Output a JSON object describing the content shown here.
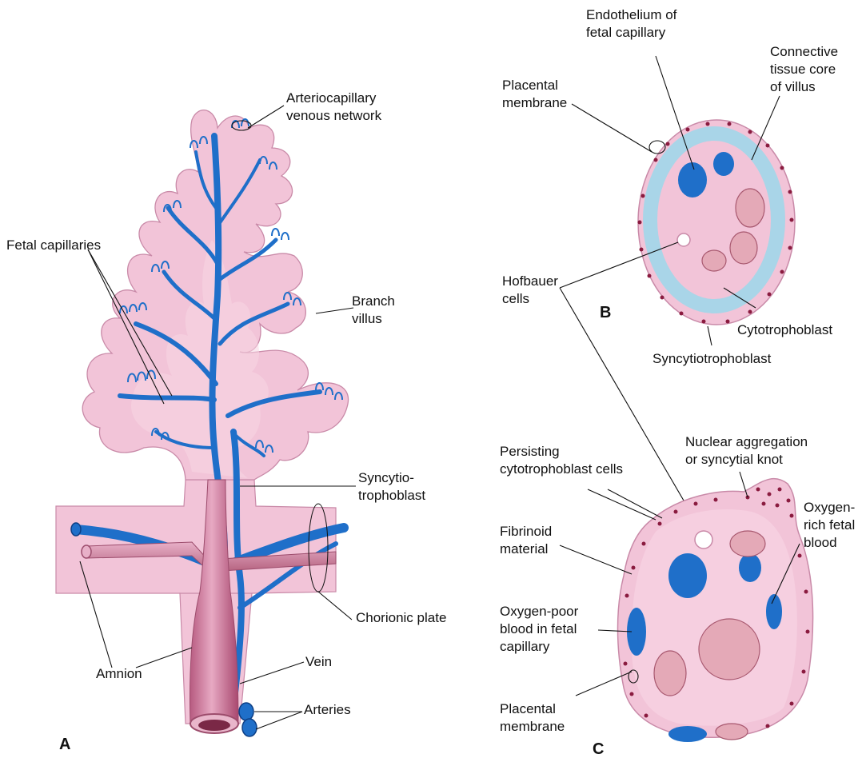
{
  "panels": {
    "a": "A",
    "b": "B",
    "c": "C"
  },
  "labels": {
    "arteriocapillary": "Arteriocapillary\nvenous network",
    "fetal_capillaries": "Fetal capillaries",
    "branch_villus": "Branch\nvillus",
    "syncytiotrophoblast_a": "Syncytio-\ntrophoblast",
    "chorionic_plate": "Chorionic plate",
    "amnion": "Amnion",
    "vein": "Vein",
    "arteries": "Arteries",
    "endothelium": "Endothelium of\nfetal capillary",
    "placental_membrane_b": "Placental\nmembrane",
    "connective_tissue": "Connective\ntissue core\nof villus",
    "hofbauer": "Hofbauer\ncells",
    "cytotrophoblast": "Cytotrophoblast",
    "syncytiotrophoblast_b": "Syncytiotrophoblast",
    "persisting": "Persisting\ncytotrophoblast cells",
    "nuclear_aggregation": "Nuclear aggregation\nor syncytial knot",
    "fibrinoid": "Fibrinoid\nmaterial",
    "oxygen_rich": "Oxygen-\nrich fetal\nblood",
    "oxygen_poor": "Oxygen-poor\nblood in fetal\ncapillary",
    "placental_membrane_c": "Placental\nmembrane"
  },
  "colors": {
    "tissue": "#f2c4d8",
    "tissue_edge": "#c98aa8",
    "vessel_blue": "#1f6fc9",
    "vessel_dark": "#0d3f85",
    "artery_pink": "#d898b4",
    "artery_dark": "#9c4c6c",
    "endothelium": "#bfe0ee",
    "nuclei": "#8a1b3f",
    "leader": "#111111"
  }
}
